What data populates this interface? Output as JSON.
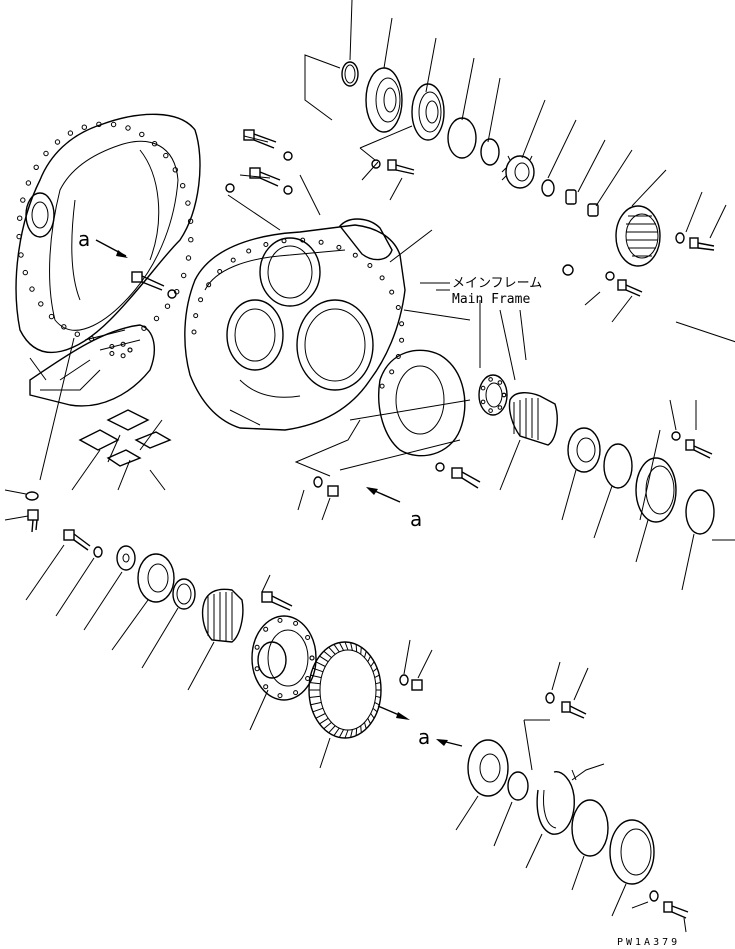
{
  "labels": {
    "main_frame_jp": "メインフレーム",
    "main_frame_en": "Main Frame",
    "ref_a_top": "a",
    "ref_a_middle": "a",
    "ref_a_bottom": "a",
    "drawing_code": "PW1A379"
  }
}
